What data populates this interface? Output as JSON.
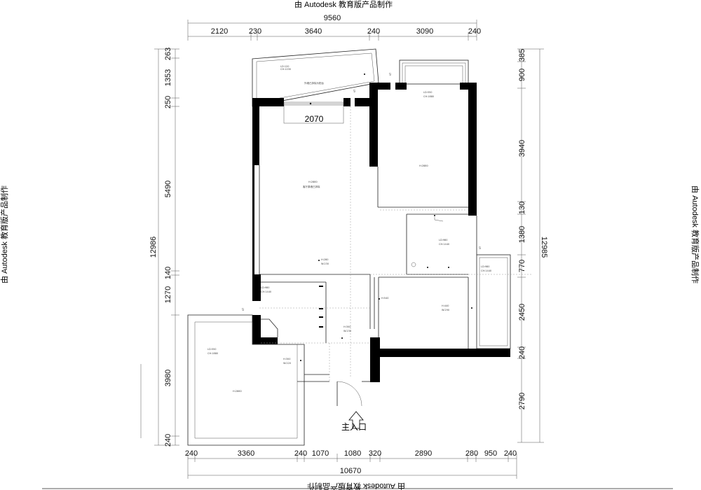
{
  "watermark": "由 Autodesk 教育版产品制作",
  "top_dims": {
    "total": "9560",
    "segments": [
      "2120",
      "230",
      "3640",
      "240",
      "3090",
      "240"
    ]
  },
  "bottom_dims": {
    "total": "10670",
    "segments": [
      "240",
      "3360",
      "240",
      "1070",
      "1080",
      "320",
      "2890",
      "280",
      "950",
      "240"
    ]
  },
  "left_dims": {
    "total": "12986",
    "segments": [
      "263",
      "1353",
      "250",
      "5490",
      "140",
      "1270",
      "3980",
      "240"
    ]
  },
  "right_dims": {
    "total": "12985",
    "segments": [
      "385",
      "900",
      "3940",
      "130",
      "1380",
      "770",
      "2450",
      "240",
      "2790"
    ]
  },
  "plan_labels": {
    "balcony_top": [
      "LD:120",
      "CH:1030"
    ],
    "balcony_note": "外墙已拆除为阳台",
    "living_width": "2070",
    "living_height": "H:2880",
    "living_note": "客厅原墙已拆除",
    "bed_top_right_ld": [
      "LD:550",
      "CH:1880"
    ],
    "bed_top_right_h": "H:2880",
    "bath_ld": [
      "LD:980",
      "CH:1440"
    ],
    "right_window_ld": [
      "LD:980",
      "CH:1440"
    ],
    "door_mid": [
      "H:280",
      "W:230"
    ],
    "kitchen_ld": [
      "LD:980",
      "CH:1440"
    ],
    "passage_h": "H:540",
    "right_room_h": [
      "H:440",
      "W:290"
    ],
    "door_hall": [
      "H:300",
      "W:230"
    ],
    "bed_bottom_ld": [
      "LD:550",
      "CH:1880"
    ],
    "door_bed_bottom": [
      "H:300",
      "W:220"
    ],
    "bed_bottom_h": "H:2860",
    "entrance": "主入口",
    "kt_marks": [
      "KT",
      "KT",
      "KT",
      "KT"
    ]
  }
}
